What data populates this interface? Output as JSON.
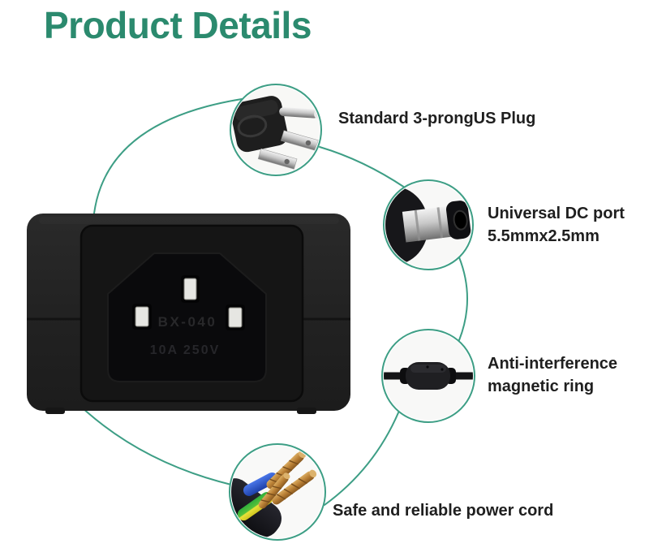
{
  "title": {
    "text": "Product Details",
    "color": "#2b8a6e"
  },
  "theme": {
    "accent_teal": "#3d9e85",
    "label_text_color": "#1f1f1f",
    "background": "#ffffff",
    "adapter_black": "#222222"
  },
  "callouts": [
    {
      "id": "us-plug",
      "image": "us-plug-photo",
      "line1": "Standard 3-prongUS Plug"
    },
    {
      "id": "dc-port",
      "image": "dc-connector-photo",
      "line1": "Universal DC port",
      "line2": "5.5mmx2.5mm"
    },
    {
      "id": "magnetic-ring",
      "image": "magnetic-ring-photo",
      "line1": "Anti-interference",
      "line2": "magnetic ring"
    },
    {
      "id": "power-cord",
      "image": "power-cord-photo",
      "line1": "Safe and reliable power cord"
    }
  ],
  "adapter": {
    "image": "power-adapter-photo",
    "embossed_line1": "BX-040",
    "embossed_line2": "10A 250V"
  }
}
